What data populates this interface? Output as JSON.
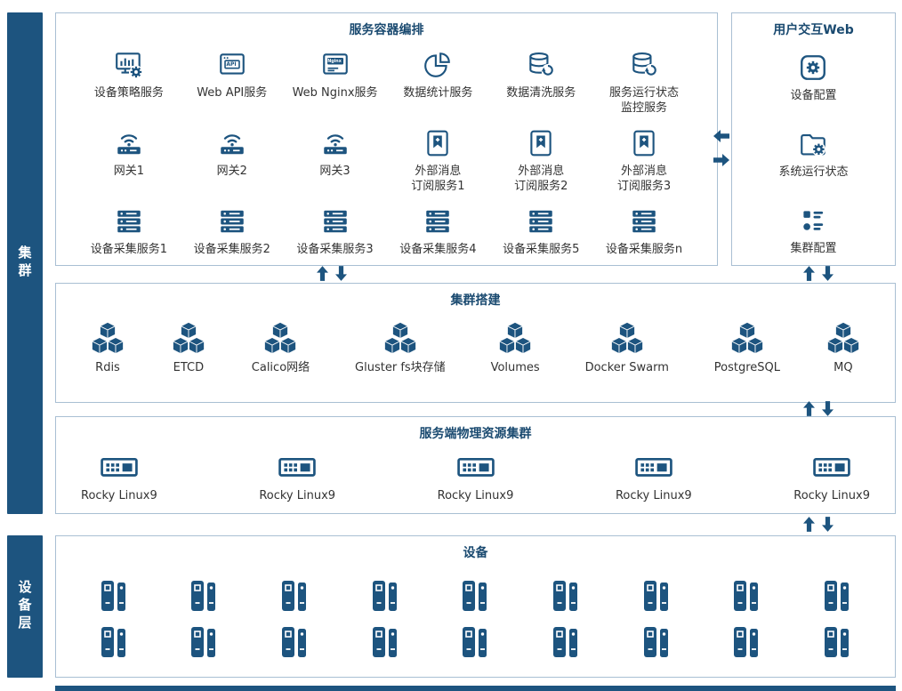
{
  "colors": {
    "primary": "#1d547f",
    "sidebar_bg": "#1d547f",
    "title_text": "#1a4a70",
    "label_text": "#333333",
    "box_border": "#a9bfd3"
  },
  "sidebars": {
    "cluster": "集群",
    "device_layer": "设备层"
  },
  "orchestration": {
    "title": "服务容器编排",
    "row1": [
      {
        "icon": "monitor-gear",
        "label": "设备策略服务"
      },
      {
        "icon": "api-window",
        "icon_text": "API",
        "label": "Web API服务"
      },
      {
        "icon": "nginx-window",
        "icon_text": "Nginx",
        "label": "Web Nginx服务"
      },
      {
        "icon": "pie-chart",
        "label": "数据统计服务"
      },
      {
        "icon": "database-refresh",
        "label": "数据清洗服务"
      },
      {
        "icon": "database-refresh",
        "label": "服务运行状态\n监控服务"
      }
    ],
    "row2": [
      {
        "icon": "gateway",
        "label": "网关1"
      },
      {
        "icon": "gateway",
        "label": "网关2"
      },
      {
        "icon": "gateway",
        "label": "网关3"
      },
      {
        "icon": "bookmark-plus",
        "label": "外部消息\n订阅服务1"
      },
      {
        "icon": "bookmark-plus",
        "label": "外部消息\n订阅服务2"
      },
      {
        "icon": "bookmark-plus",
        "label": "外部消息\n订阅服务3"
      }
    ],
    "row3": [
      {
        "icon": "server-stack",
        "label": "设备采集服务1"
      },
      {
        "icon": "server-stack",
        "label": "设备采集服务2"
      },
      {
        "icon": "server-stack",
        "label": "设备采集服务3"
      },
      {
        "icon": "server-stack",
        "label": "设备采集服务4"
      },
      {
        "icon": "server-stack",
        "label": "设备采集服务5"
      },
      {
        "icon": "server-stack",
        "label": "设备采集服务n"
      }
    ]
  },
  "user_web": {
    "title": "用户交互Web",
    "items": [
      {
        "icon": "gear-box",
        "label": "设备配置"
      },
      {
        "icon": "folder-gear",
        "label": "系统运行状态"
      },
      {
        "icon": "grid-list",
        "label": "集群配置"
      }
    ]
  },
  "cluster_setup": {
    "title": "集群搭建",
    "items": [
      {
        "icon": "cubes",
        "label": "Rdis"
      },
      {
        "icon": "cubes",
        "label": "ETCD"
      },
      {
        "icon": "cubes",
        "label": "Calico网络"
      },
      {
        "icon": "cubes",
        "label": "Gluster fs块存储"
      },
      {
        "icon": "cubes",
        "label": "Volumes"
      },
      {
        "icon": "cubes",
        "label": "Docker Swarm"
      },
      {
        "icon": "cubes",
        "label": "PostgreSQL"
      },
      {
        "icon": "cubes",
        "label": "MQ"
      }
    ]
  },
  "physical": {
    "title": "服务端物理资源集群",
    "items": [
      {
        "icon": "server-node",
        "label": "Rocky Linux9"
      },
      {
        "icon": "server-node",
        "label": "Rocky Linux9"
      },
      {
        "icon": "server-node",
        "label": "Rocky Linux9"
      },
      {
        "icon": "server-node",
        "label": "Rocky Linux9"
      },
      {
        "icon": "server-node",
        "label": "Rocky Linux9"
      }
    ]
  },
  "devices": {
    "title": "设备",
    "rows": 2,
    "per_row": 9,
    "icon": "door-device"
  }
}
